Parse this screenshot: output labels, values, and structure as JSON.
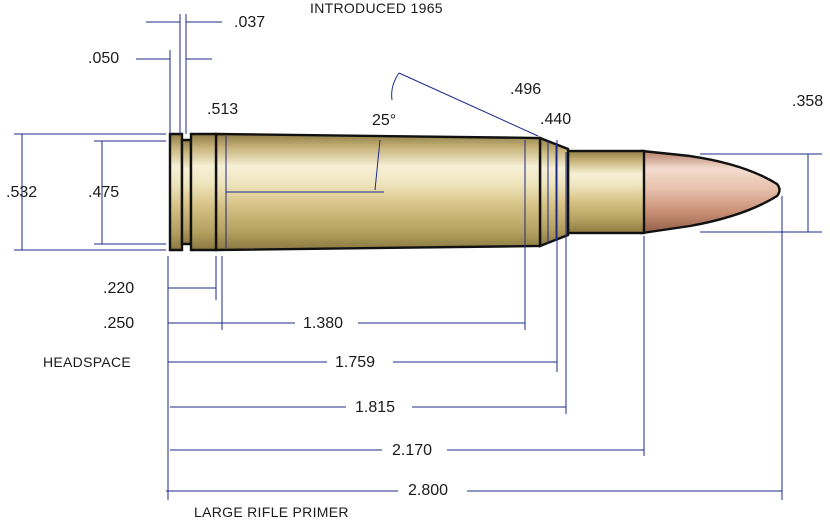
{
  "title": "INTRODUCED 1965",
  "footer": "LARGE RIFLE PRIMER",
  "headspace_label": "HEADSPACE",
  "angle_label": "25°",
  "dimensions": {
    "rim_thickness": ".037",
    "extractor_groove": ".050",
    "base_diameter": ".513",
    "shoulder_diameter": ".496",
    "neck_diameter": ".440",
    "bullet_diameter": ".358",
    "rim_diameter": ".532",
    "groove_diameter": ".475",
    "groove_to_base_1": ".220",
    "groove_to_base_2": ".250",
    "base_to_shoulder": "1.380",
    "headspace": "1.759",
    "case_length_neck": "1.815",
    "case_length": "2.170",
    "overall_length": "2.800"
  },
  "colors": {
    "dimension_line": "#1e2a8a",
    "brass_light": "#f4edcf",
    "brass_mid": "#d8c48a",
    "brass_dark": "#9c8a4c",
    "bullet_light": "#f7e6db",
    "bullet_mid": "#e0b29a",
    "bullet_dark": "#9c6a52",
    "outline": "#111111"
  }
}
